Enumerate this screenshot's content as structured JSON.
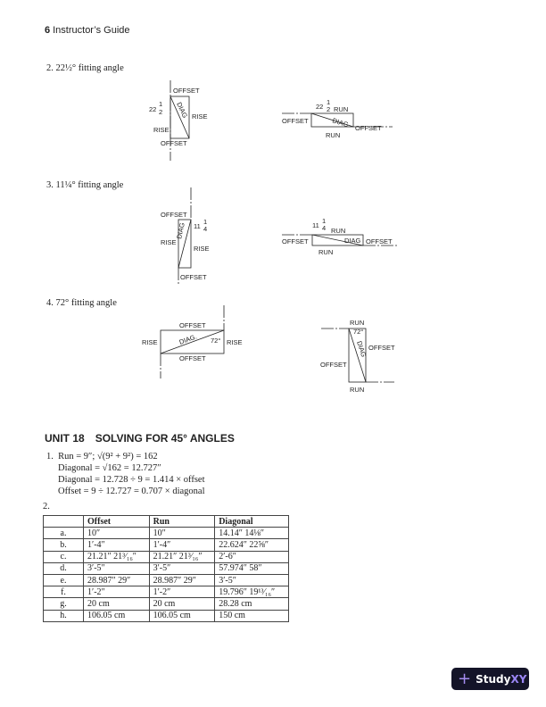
{
  "header": {
    "page_number": "6",
    "title": "Instructor’s Guide"
  },
  "items": [
    {
      "number": "2.",
      "label": "22½° fitting angle"
    },
    {
      "number": "3.",
      "label": "11¼° fitting angle"
    },
    {
      "number": "4.",
      "label": "72° fitting angle"
    }
  ],
  "figures": {
    "offset": "OFFSET",
    "rise": "RISE",
    "run": "RUN",
    "diag": "DIAG",
    "diag_dot": "DIAG.",
    "angle_22": "22",
    "angle_11": "11",
    "half": "1",
    "half_den": "2",
    "quarter_num": "1",
    "quarter_den": "4",
    "angle_72": "72°"
  },
  "unit": {
    "number": "UNIT 18",
    "title": "SOLVING FOR 45° ANGLES"
  },
  "answer1": {
    "number": "1.",
    "lines": [
      "Run = 9″; √(9² + 9²) = 162",
      "Diagonal = √162 = 12.727″",
      "Diagonal = 12.728 ÷ 9 = 1.414 × offset",
      "Offset = 9 ÷ 12.727 = 0.707 × diagonal"
    ]
  },
  "answer2": {
    "number": "2.",
    "headers": [
      "",
      "Offset",
      "Run",
      "Diagonal"
    ],
    "rows": [
      [
        "a.",
        "10″",
        "10″",
        "14.14″  14⅛″"
      ],
      [
        "b.",
        "1′-4″",
        "1′-4″",
        "22.624″  22⅝″"
      ],
      [
        "c.",
        "21.21″  21³⁄₁₆″",
        "21.21″  21³⁄₁₆″",
        "2′-6″"
      ],
      [
        "d.",
        "3′-5″",
        "3′-5″",
        "57.974″  58″"
      ],
      [
        "e.",
        "28.987″  29″",
        "28.987″  29″",
        "3′-5″"
      ],
      [
        "f.",
        "1′-2″",
        "1′-2″",
        "19.796″  19¹³⁄₁₆″"
      ],
      [
        "g.",
        "20 cm",
        "20 cm",
        "28.28 cm"
      ],
      [
        "h.",
        "106.05 cm",
        "106.05 cm",
        "150 cm"
      ]
    ]
  },
  "watermark": {
    "icon": "plus-icon",
    "brand_a": "Study",
    "brand_b": "XY",
    "accent": "#9b86f5"
  }
}
